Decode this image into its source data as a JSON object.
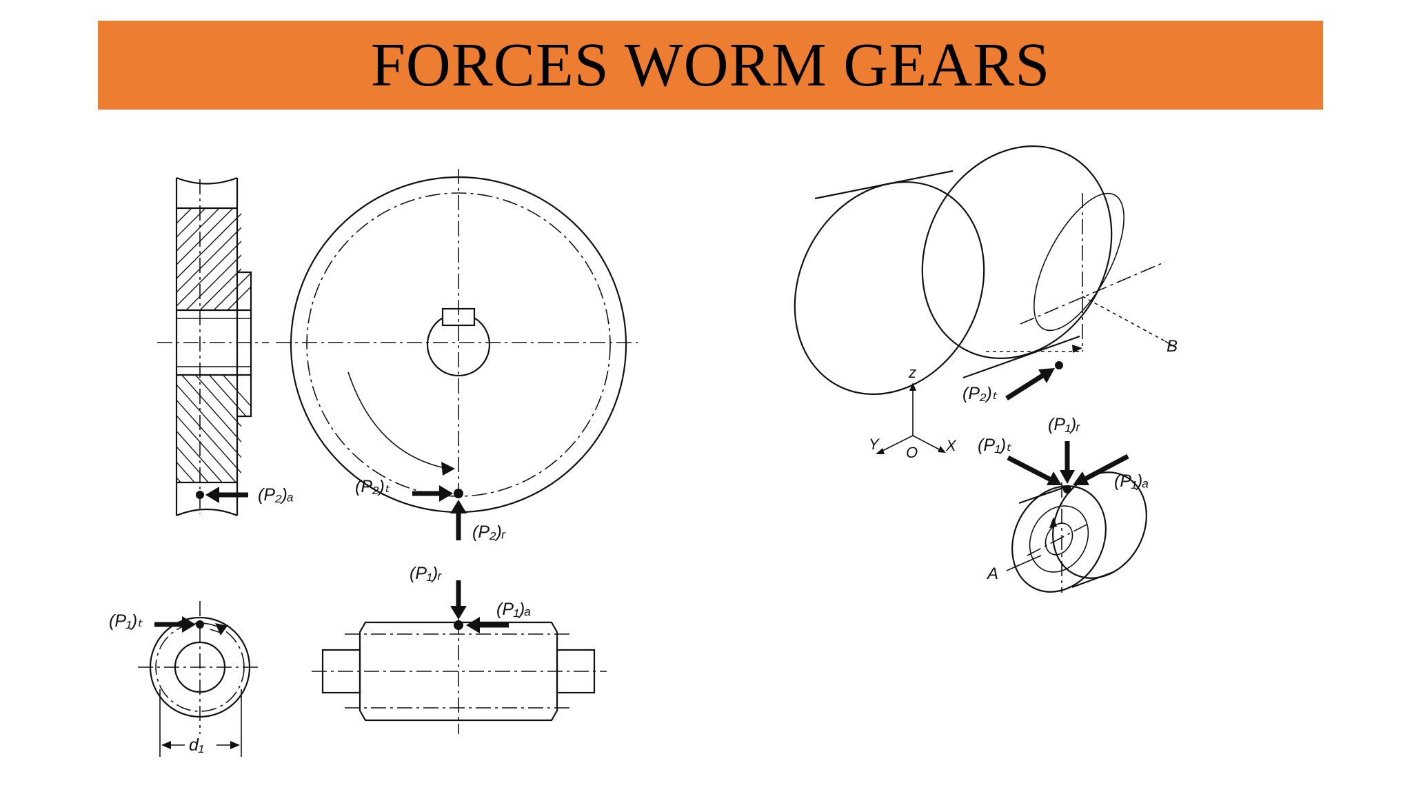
{
  "slide": {
    "title": "FORCES WORM GEARS"
  },
  "colors": {
    "title_bar": "#ed7d31",
    "ink": "#111111"
  },
  "labels": {
    "p2a": "(P₂)ₐ",
    "p2t_left": "(P₂)ₜ",
    "p2r": "(P₂)ᵣ",
    "p1t_left": "(P₁)ₜ",
    "p1r_left": "(P₁)ᵣ",
    "p1a_left": "(P₁)ₐ",
    "d1": "d₁",
    "z": "z",
    "y": "Y",
    "o": "O",
    "x": "X",
    "b": "B",
    "a": "A",
    "p2t_right": "(P₂)ₜ",
    "p1r_right": "(P₁)ᵣ",
    "p1t_right": "(P₁)ₜ",
    "p1a_right": "(P₁)ₐ"
  }
}
